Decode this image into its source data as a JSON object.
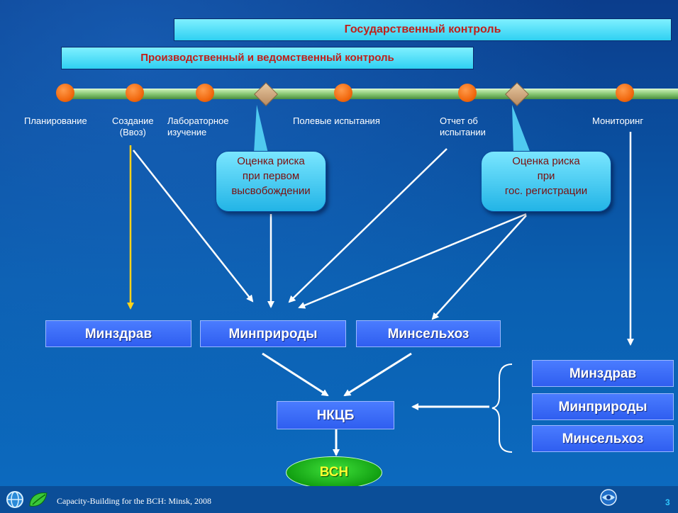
{
  "banners": {
    "state_control": "Государственный контроль",
    "production_control": "Производственный и ведомственный контроль"
  },
  "timeline": {
    "stages": [
      {
        "label": "Планирование"
      },
      {
        "label": "Создание\n(Ввоз)"
      },
      {
        "label": "Лабораторное\nизучение"
      },
      {
        "label": "Полевые испытания"
      },
      {
        "label": "Отчет об\nиспытании"
      },
      {
        "label": "Мониторинг"
      }
    ]
  },
  "callouts": {
    "risk_first_release": [
      "Оценка риска",
      "при первом",
      "высвобождении"
    ],
    "risk_state_registration": [
      "Оценка риска",
      "при",
      "гос. регистрации"
    ]
  },
  "ministries": {
    "health": "Минздрав",
    "nature": "Минприроды",
    "agriculture": "Минсельхоз"
  },
  "right_group": {
    "health": "Минздрав",
    "nature": "Минприроды",
    "agriculture": "Минсельхоз"
  },
  "nkcb": "НКЦБ",
  "bch": "ВСН",
  "footer": {
    "text": "Capacity-Building for the BCH:  Minsk, 2008",
    "page_number": "3"
  },
  "colors": {
    "banner_text": "#c0201a",
    "yellow_arrow": "#ffd21a",
    "callout_text": "#7a1010",
    "bch_text": "#ffff30"
  },
  "icons": [
    "bch-globe-logo-icon",
    "leaf-logo-icon",
    "bch-logo-icon"
  ]
}
